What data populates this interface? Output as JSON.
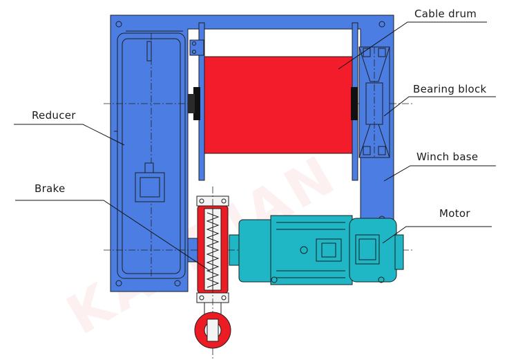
{
  "labels": {
    "cable_drum": "Cable drum",
    "bearing_block": "Bearing block",
    "reducer": "Reducer",
    "winch_base": "Winch base",
    "brake": "Brake",
    "motor": "Motor"
  },
  "watermark": "KAIYUAN",
  "colors": {
    "frame_blue": "#4c7de3",
    "drum_red": "#f21c2a",
    "brake_red": "#ec1c24",
    "motor_teal": "#1fb6c6",
    "background": "#ffffff"
  }
}
